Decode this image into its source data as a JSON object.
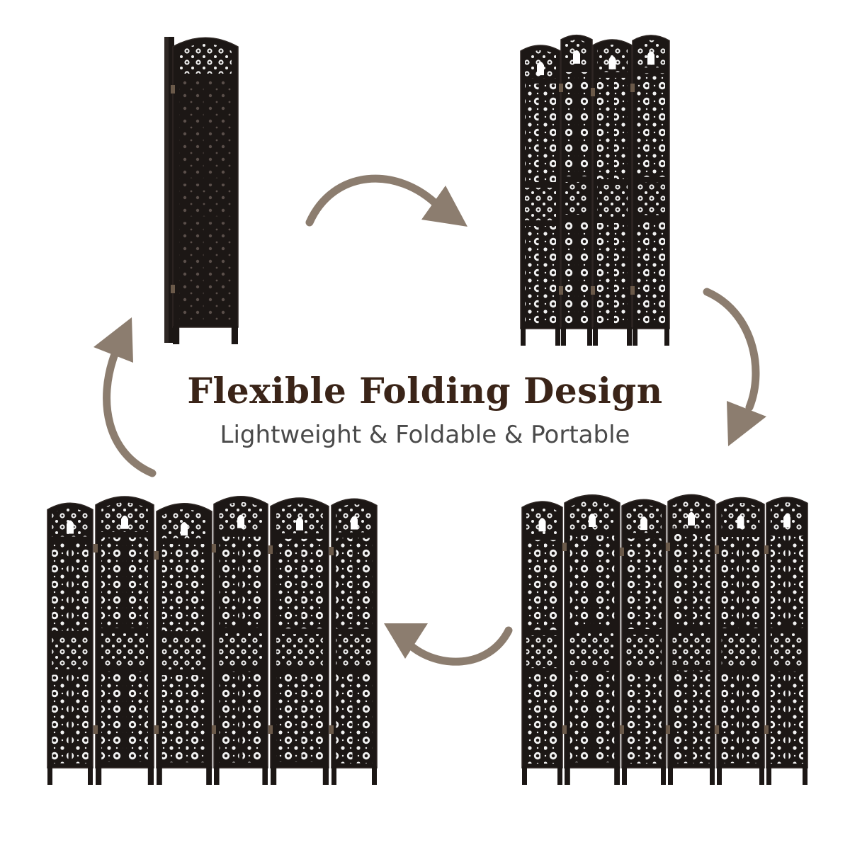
{
  "headline": "Flexible Folding Design",
  "subheadline": "Lightweight & Foldable & Portable",
  "colors": {
    "background": "#ffffff",
    "headline": "#3a2418",
    "subheadline": "#4a4a4a",
    "arrow": "#8c7d6f",
    "wood": "#1c1715",
    "wood_edge": "#2e2724",
    "carving": "#ffffff"
  },
  "stages": [
    {
      "name": "folded",
      "panel_count": 1
    },
    {
      "name": "four-panel",
      "panel_count": 4
    },
    {
      "name": "six-panel-zigzag",
      "panel_count": 6
    },
    {
      "name": "six-panel-open",
      "panel_count": 6
    }
  ],
  "arrows": [
    {
      "from": "folded",
      "to": "four-panel",
      "icon": "curved-arrow-right-icon"
    },
    {
      "from": "four-panel",
      "to": "six-panel-zigzag",
      "icon": "curved-arrow-down-icon"
    },
    {
      "from": "six-panel-zigzag",
      "to": "six-panel-open",
      "icon": "curved-arrow-left-icon"
    },
    {
      "from": "six-panel-open",
      "to": "folded",
      "icon": "curved-arrow-up-icon"
    }
  ]
}
